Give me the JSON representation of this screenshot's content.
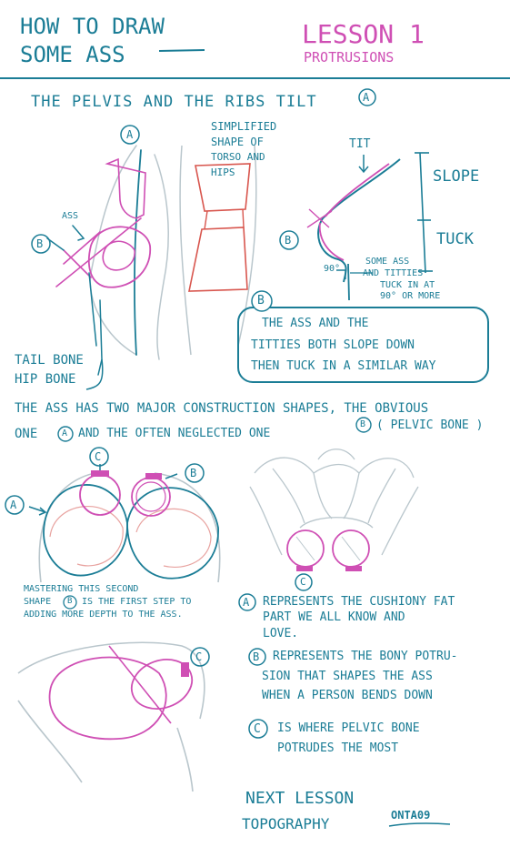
{
  "header": {
    "title_line1": "HOW TO DRAW",
    "title_line2": "SOME ASS",
    "lesson": "LESSON 1",
    "subtitle": "PROTRUSIONS"
  },
  "section1": {
    "heading": "THE PELVIS AND THE RIBS TILT",
    "heading_marker": "A",
    "label_a": "A",
    "label_b": "B",
    "label_ass": "ASS",
    "simplified_1": "SIMPLIFIED",
    "simplified_2": "SHAPE OF",
    "simplified_3": "TORSO AND",
    "simplified_4": "HIPS",
    "label_tit": "TIT",
    "label_slope": "SLOPE",
    "label_tuck": "TUCK",
    "label_b_right": "B",
    "angle": "90°",
    "note_1": "SOME ASS",
    "note_2": "AND TITTIES",
    "note_3": "TUCK IN AT",
    "note_4": "90° OR MORE",
    "tail_bone": "TAIL BONE",
    "hip_bone": "HIP BONE",
    "box_marker": "B",
    "box_1": "THE ASS AND THE",
    "box_2": "TITTIES BOTH SLOPE DOWN",
    "box_3": "THEN TUCK IN A SIMILAR WAY"
  },
  "section2": {
    "line1": "THE ASS HAS TWO MAJOR CONSTRUCTION SHAPES, THE OBVIOUS",
    "line2_pre": "ONE",
    "line2_a": "A",
    "line2_mid": "AND THE OFTEN NEGLECTED ONE",
    "line2_b": "B",
    "line2_post": "( PELVIC BONE )",
    "label_c_top": "C",
    "label_b_top": "B",
    "label_a_left": "A",
    "label_c_pelvis": "C",
    "master_1": "MASTERING THIS SECOND",
    "master_2": "SHAPE",
    "master_2b": "B",
    "master_2c": "IS THE FIRST STEP TO",
    "master_3": "ADDING MORE DEPTH TO THE ASS.",
    "label_c_side": "C"
  },
  "legend": {
    "a_marker": "A",
    "a_1": "REPRESENTS THE CUSHIONY FAT",
    "a_2": "PART WE ALL KNOW AND",
    "a_3": "LOVE.",
    "b_marker": "B",
    "b_1": "REPRESENTS THE BONY POTRU-",
    "b_2": "SION THAT SHAPES THE ASS",
    "b_3": "WHEN A PERSON BENDS DOWN",
    "c_marker": "C",
    "c_1": "IS WHERE PELVIC BONE",
    "c_2": "POTRUDES THE MOST"
  },
  "footer": {
    "next_1": "NEXT LESSON",
    "next_2": "TOPOGRAPHY",
    "signature": "ONTA09"
  },
  "colors": {
    "ink": "#1b7d96",
    "accent": "#cf4fb4",
    "sketch": "#b9c6cc",
    "red": "#d8564e"
  }
}
